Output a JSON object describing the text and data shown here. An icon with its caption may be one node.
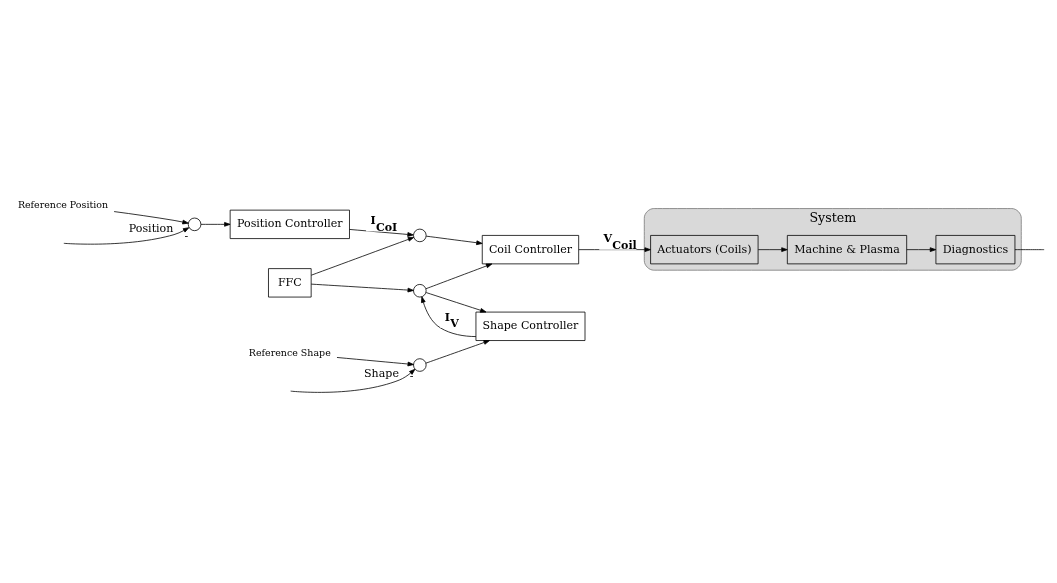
{
  "diagram": {
    "nodes": [
      {
        "text": [
          "System"
        ]
      },
      {
        "text": [
          "Actuators (Coils)"
        ],
        "in": 0
      },
      {
        "text": [
          "Machine & Plasma"
        ],
        "in": 0
      },
      {
        "text": [
          "Diagnostics"
        ],
        "in": 0
      },
      {
        "text": [
          "Coil Controller"
        ]
      },
      {
        "text": [],
        "shape": "circle"
      },
      {
        "text": [
          "Position Controller"
        ]
      },
      {
        "text": [],
        "shape": "circle",
        "beside": [
          "-"
        ]
      },
      {
        "text": [
          "FFC"
        ]
      },
      {
        "text": [],
        "shape": "circle"
      },
      {
        "text": [
          "Shape Controller"
        ]
      },
      {
        "text": [],
        "shape": "circle",
        "beside": [
          "-"
        ]
      },
      {
        "text": [
          "Reference Position"
        ]
      },
      {
        "text": [
          "Reference Shape"
        ]
      }
    ],
    "edges": [
      {
        "from": 4,
        "to": 1,
        "arrow": "to",
        "label": "V$_{Coil}$"
      },
      {
        "from": 1,
        "to": 2,
        "arrow": "to"
      },
      {
        "from": 2,
        "to": 3,
        "arrow": "to"
      },
      {
        "from": 3,
        "to": null,
        "arrow": "none"
      },
      {
        "from": null,
        "to": 7,
        "arrow": "to",
        "label": "Position"
      },
      {
        "from": 7,
        "to": 6,
        "arrow": "to"
      },
      {
        "from": 6,
        "to": 5,
        "arrow": "to",
        "label": "I$_{CoI}$"
      },
      {
        "from": 5,
        "to": 4,
        "arrow": "to"
      },
      {
        "from": 12,
        "to": 7,
        "arrow": "to"
      },
      {
        "from": 8,
        "to": 5,
        "arrow": "to"
      },
      {
        "from": 8,
        "to": 9,
        "arrow": "to"
      },
      {
        "from": null,
        "to": 11,
        "arrow": "to",
        "label": "Shape"
      },
      {
        "from": 11,
        "to": 10,
        "arrow": "to"
      },
      {
        "from": 10,
        "to": 9,
        "arrow": "to",
        "label": "I$_{V}$"
      },
      {
        "from": 9,
        "to": 4,
        "arrow": "to"
      },
      {
        "from": 9,
        "to": 10,
        "arrow": "to"
      },
      {
        "from": 13,
        "to": 11,
        "arrow": "to"
      }
    ]
  }
}
